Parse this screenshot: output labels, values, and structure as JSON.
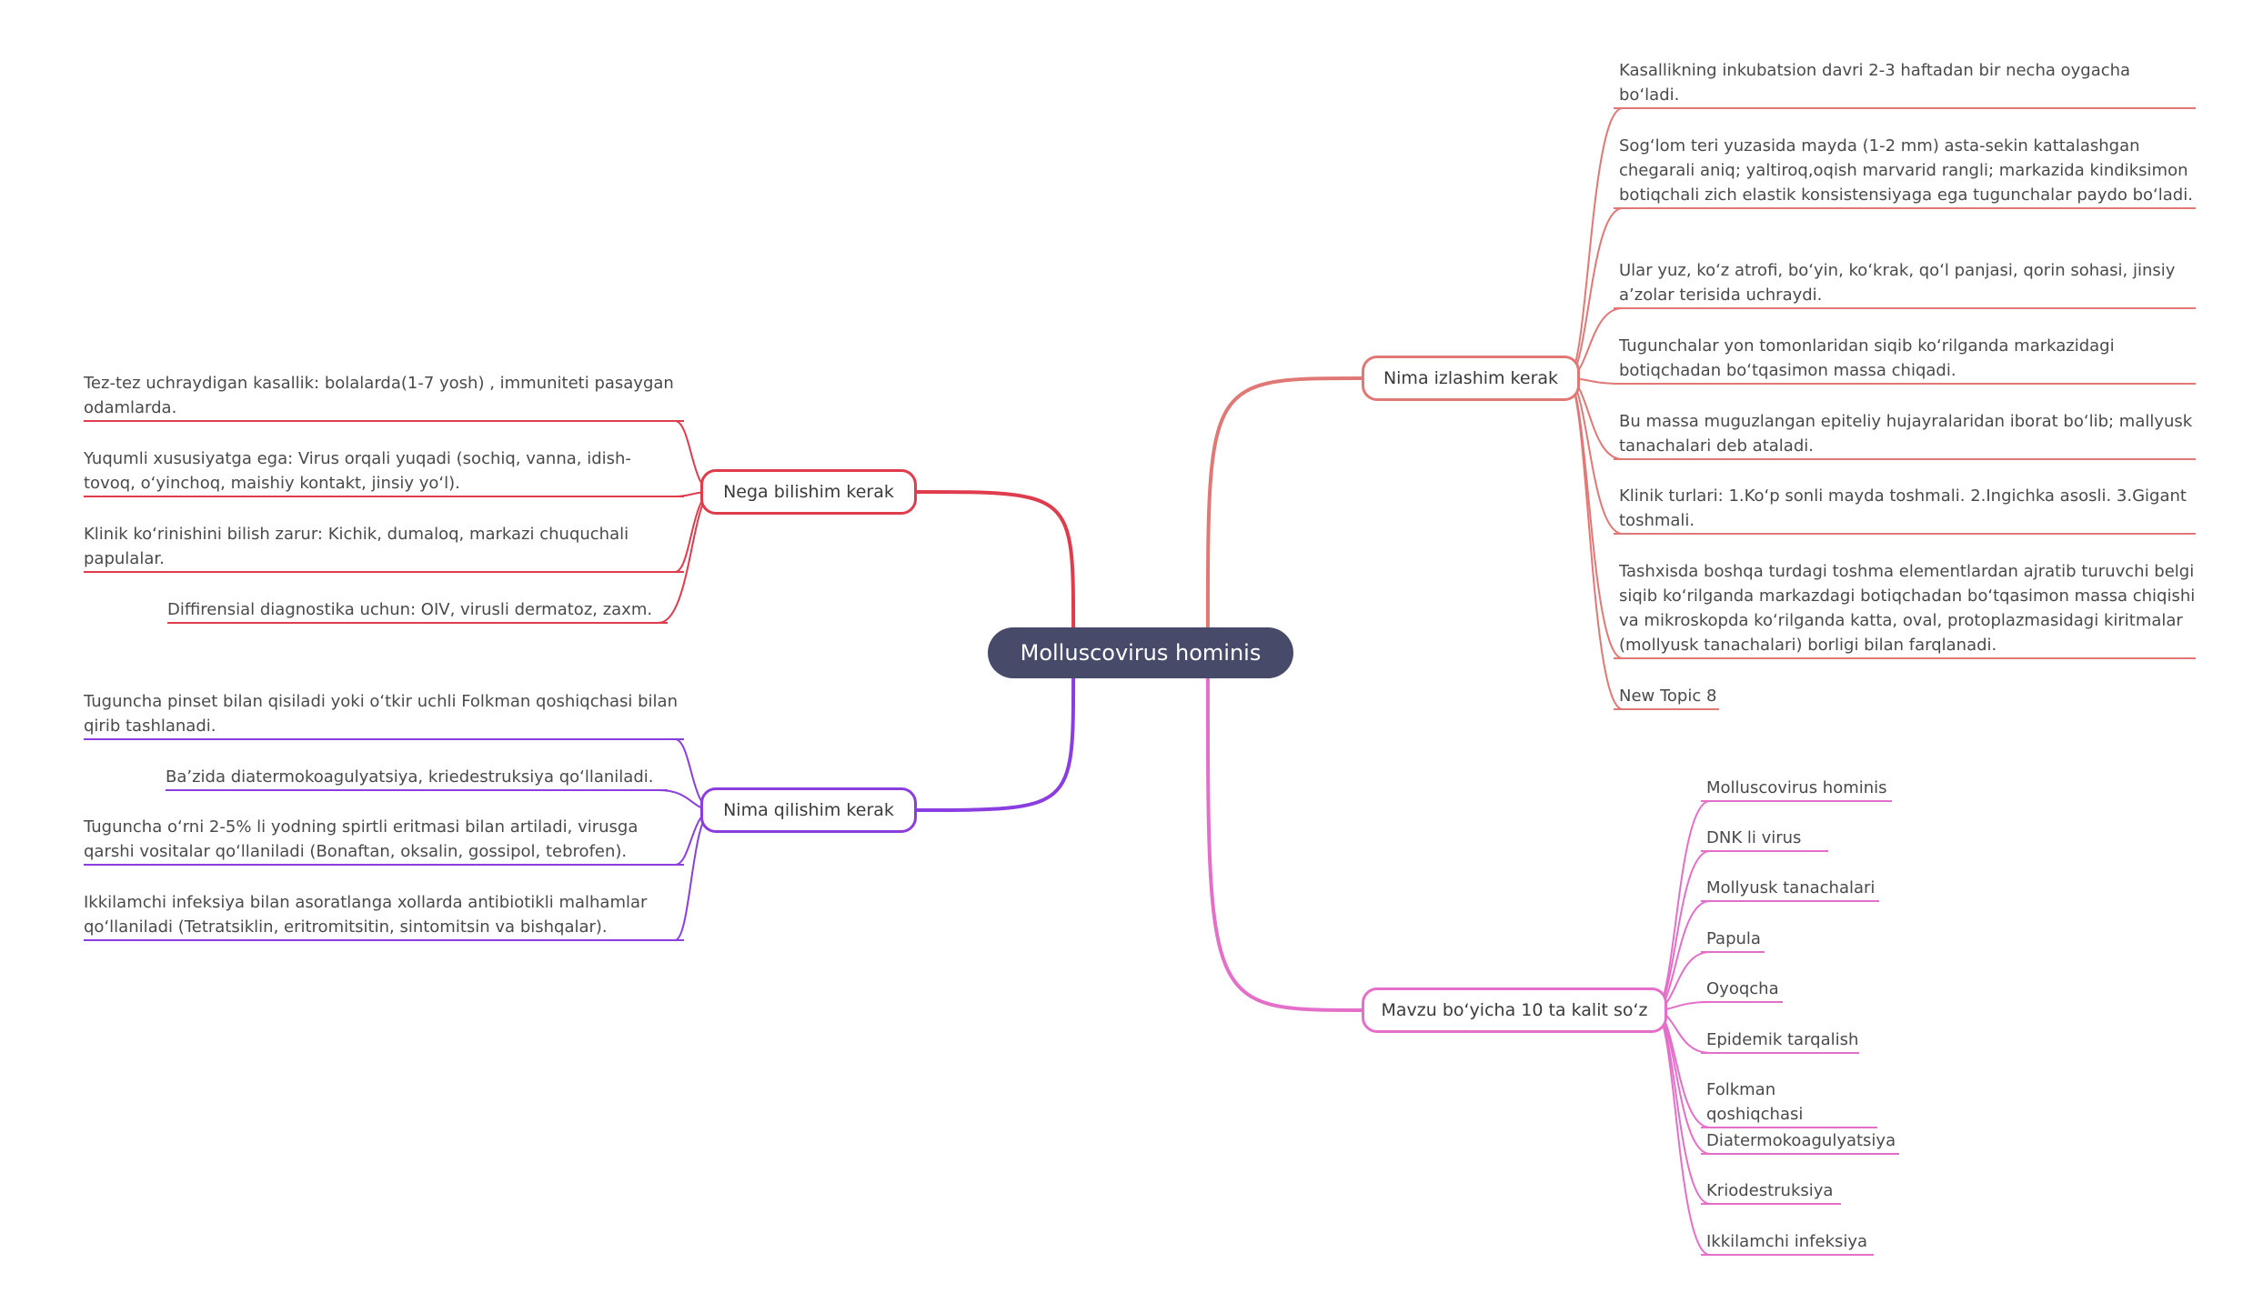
{
  "central": {
    "label": "Molluscovirus hominis",
    "color": "#474a68"
  },
  "branches": [
    {
      "id": "nima-izlash",
      "label": "Nima izlashim kerak",
      "color": "#e07876",
      "leaves": [
        "Kasallikning inkubatsion davri 2-3 haftadan bir necha oygacha bo‘ladi.",
        "Sog‘lom teri yuzasida mayda (1-2 mm) asta-sekin kattalashgan chegarali aniq; yaltiroq,oqish marvarid rangli; markazida kindiksimon botiqchali zich elastik konsistensiyaga ega tugunchalar paydo bo‘ladi.",
        "Ular yuz, ko‘z atrofi, bo‘yin, ko‘krak, qo‘l panjasi, qorin sohasi, jinsiy a’zolar terisida uchraydi.",
        "Tugunchalar yon tomonlaridan siqib ko‘rilganda markazidagi botiqchadan bo‘tqasimon massa chiqadi.",
        "Bu massa muguzlangan epiteliy hujayralaridan iborat bo‘lib; mallyusk tanachalari deb ataladi.",
        "Klinik turlari: 1.Ko‘p sonli mayda toshmali. 2.Ingichka asosli. 3.Gigant toshmali.",
        "Tashxisda boshqa turdagi toshma elementlardan ajratib turuvchi belgi siqib ko‘rilganda markazdagi botiqchadan bo‘tqasimon massa chiqishi va mikroskopda ko‘rilganda katta, oval, protoplazmasidagi kiritmalar (mollyusk tanachalari) borligi bilan farqlanadi.",
        "New Topic 8"
      ]
    },
    {
      "id": "kalit-soz",
      "label": "Mavzu bo‘yicha 10 ta kalit so‘z",
      "color": "#e46fc9",
      "leaves": [
        "Molluscovirus hominis",
        "DNK li virus",
        "Mollyusk tanachalari",
        "Papula",
        "Oyoqcha",
        "Epidemik tarqalish",
        "Folkman qoshiqchasi",
        "Diatermokoagulyatsiya",
        "Kriodestruksiya",
        "Ikkilamchi infeksiya"
      ]
    },
    {
      "id": "nega-bilish",
      "label": "Nega bilishim kerak",
      "color": "#df3c4d",
      "leaves": [
        "Tez-tez uchraydigan kasallik: bolalarda(1-7 yosh) , immuniteti pasaygan odamlarda.",
        "Yuqumli xususiyatga ega: Virus orqali yuqadi (sochiq, vanna, idish-tovoq, o‘yinchoq, maishiy kontakt, jinsiy yo‘l).",
        "Klinik ko‘rinishini bilish zarur: Kichik, dumaloq, markazi chuquchali papulalar.",
        "Diffirensial diagnostika uchun: OIV, virusli dermatoz, zaxm."
      ]
    },
    {
      "id": "nima-qilish",
      "label": "Nima qilishim kerak",
      "color": "#8a3ee0",
      "leaves": [
        "Tuguncha pinset bilan qisiladi yoki o‘tkir uchli Folkman qoshiqchasi bilan qirib tashlanadi.",
        "Ba’zida diatermokoagulyatsiya, kriedestruksiya qo‘llaniladi.",
        "Tuguncha o‘rni 2-5% li yodning spirtli eritmasi bilan artiladi, virusga qarshi vositalar qo‘llaniladi (Bonaftan, oksalin, gossipol, tebrofen).",
        "Ikkilamchi infeksiya bilan asoratlanga xollarda antibiotikli malhamlar qo‘llaniladi (Tetratsiklin, eritromitsitin, sintomitsin va bishqalar)."
      ]
    }
  ]
}
